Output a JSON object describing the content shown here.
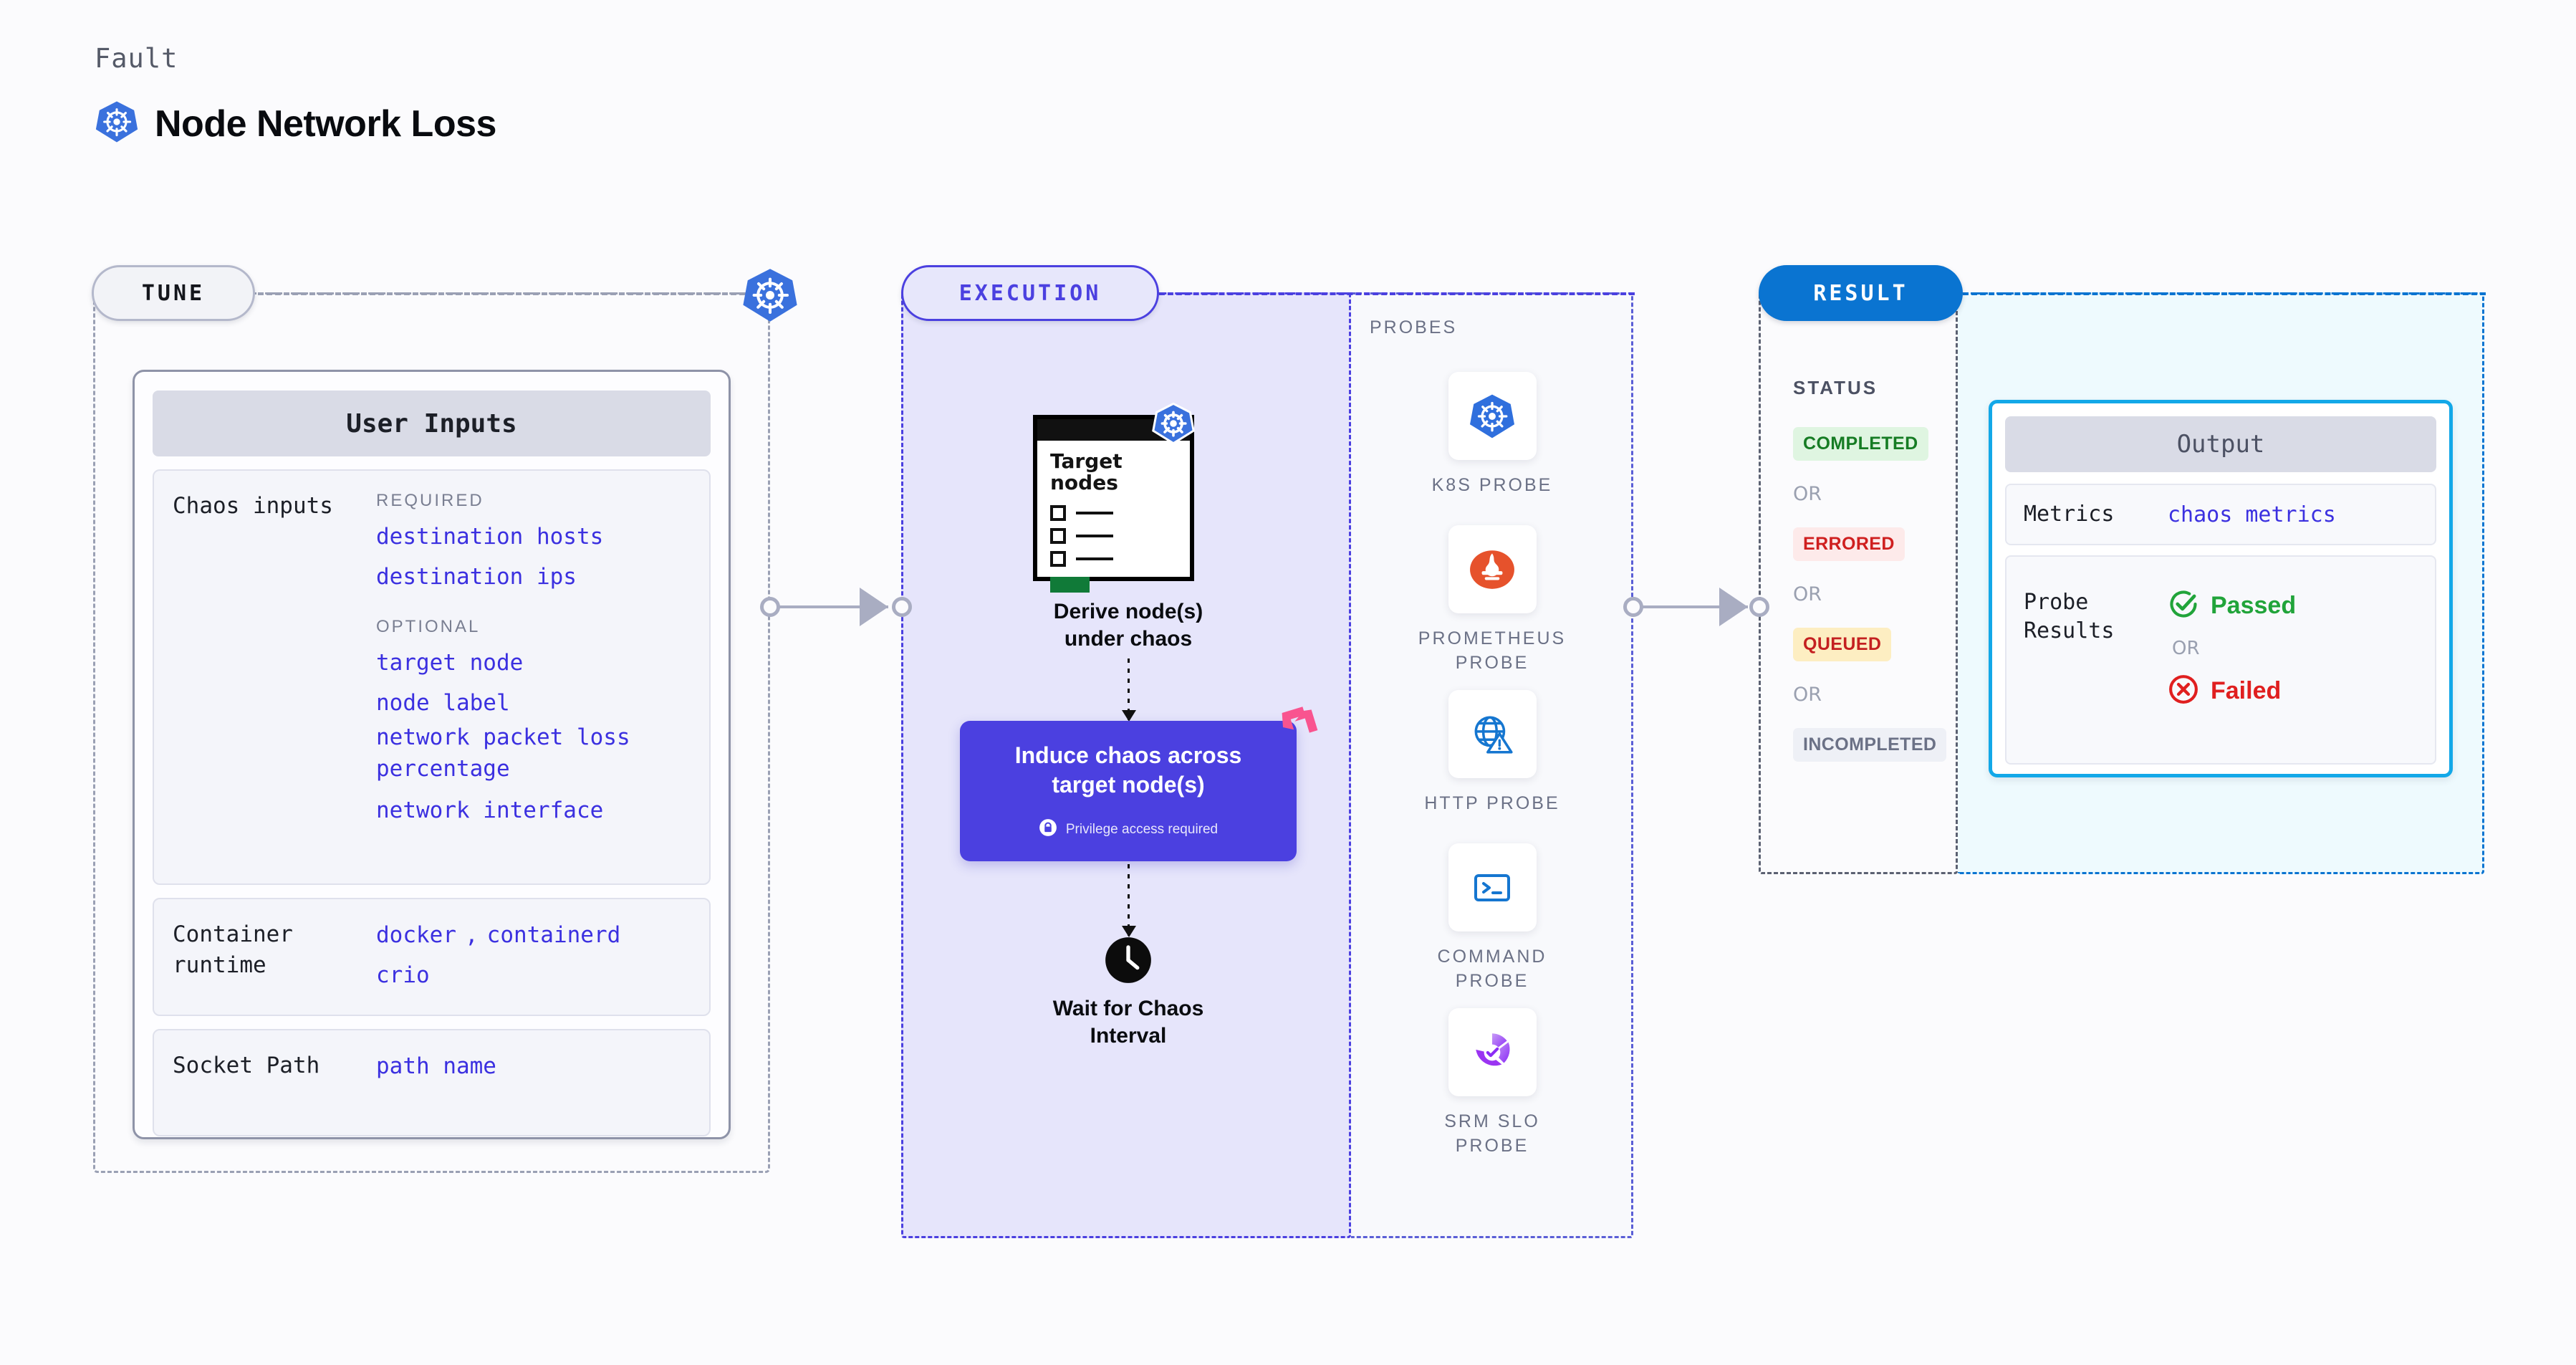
{
  "header": {
    "eyebrow": "Fault",
    "title": "Node Network Loss",
    "icon": "kubernetes-icon"
  },
  "tune": {
    "pill_label": "TUNE",
    "badge_icon": "kubernetes-icon",
    "card_title": "User Inputs",
    "rows": [
      {
        "label": "Chaos inputs",
        "groups": [
          {
            "title": "REQUIRED",
            "values": [
              "destination hosts",
              "destination ips"
            ]
          },
          {
            "title": "OPTIONAL",
            "values": [
              "target node",
              "node label",
              "network packet loss percentage",
              "network interface"
            ]
          }
        ]
      },
      {
        "label": "Container runtime",
        "values_line1": "docker",
        "values_sep": ",",
        "values_line1b": "containerd",
        "values_line2": "crio"
      },
      {
        "label": "Socket Path",
        "value": "path name"
      }
    ]
  },
  "execution": {
    "pill_label": "EXECUTION",
    "target_card": {
      "title_line1": "Target",
      "title_line2": "nodes",
      "badge_icon": "kubernetes-icon"
    },
    "derive_label_line1": "Derive node(s)",
    "derive_label_line2": "under chaos",
    "induce": {
      "text_line1": "Induce chaos across",
      "text_line2": "target node(s)",
      "privilege_note": "Privilege access required",
      "privilege_icon": "lock-icon",
      "badge_icon": "litmuschaos-icon",
      "color": "#4b40e0"
    },
    "wait": {
      "icon": "clock-icon",
      "label_line1": "Wait for Chaos",
      "label_line2": "Interval"
    },
    "probes_title": "PROBES",
    "probes": [
      {
        "icon": "kubernetes-icon",
        "label_line1": "K8S  PROBE",
        "label_line2": ""
      },
      {
        "icon": "prometheus-icon",
        "label_line1": "PROMETHEUS",
        "label_line2": "PROBE"
      },
      {
        "icon": "globe-warning-icon",
        "label_line1": "HTTP  PROBE",
        "label_line2": ""
      },
      {
        "icon": "terminal-icon",
        "label_line1": "COMMAND",
        "label_line2": "PROBE"
      },
      {
        "icon": "srm-slo-icon",
        "label_line1": "SRM  SLO",
        "label_line2": "PROBE"
      }
    ]
  },
  "result": {
    "pill_label": "RESULT",
    "status_title": "STATUS",
    "or_label": "OR",
    "statuses": [
      {
        "label": "COMPLETED",
        "bg": "#dff5e1",
        "fg": "#167c24"
      },
      {
        "label": "ERRORED",
        "bg": "#fdeaea",
        "fg": "#cf1f1f"
      },
      {
        "label": "QUEUED",
        "bg": "#fdeec2",
        "fg": "#c42020"
      },
      {
        "label": "INCOMPLETED",
        "bg": "#eef0f6",
        "fg": "#6b7186"
      }
    ],
    "output": {
      "card_title": "Output",
      "metrics_label": "Metrics",
      "metrics_value": "chaos metrics",
      "probe_label_line1": "Probe",
      "probe_label_line2": "Results",
      "passed_label": "Passed",
      "passed_icon": "check-circle-icon",
      "passed_color": "#21a43a",
      "or_label": "OR",
      "failed_label": "Failed",
      "failed_icon": "x-circle-icon",
      "failed_color": "#e01f1f"
    }
  }
}
